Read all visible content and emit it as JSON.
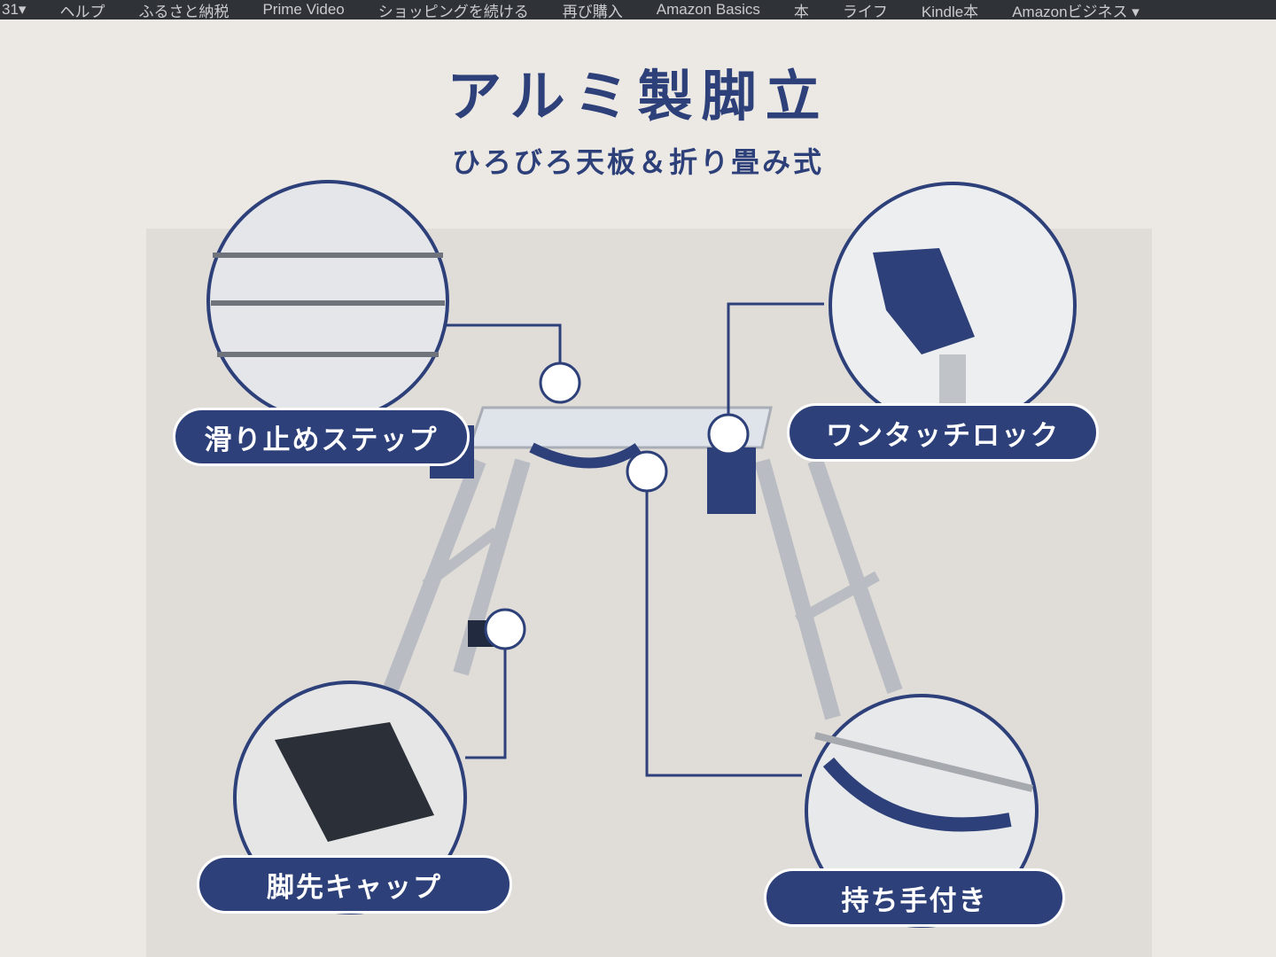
{
  "nav": {
    "items": [
      "31▾",
      "ヘルプ",
      "ふるさと納税",
      "Prime Video",
      "ショッピングを続ける",
      "再び購入",
      "Amazon Basics",
      "本",
      "ライフ",
      "Kindle本",
      "Amazonビジネス ▾"
    ]
  },
  "product": {
    "title": "アルミ製脚立",
    "subtitle": "ひろびろ天板＆折り畳み式",
    "features": [
      "滑り止めステップ",
      "ワンタッチロック",
      "脚先キャップ",
      "持ち手付き"
    ]
  },
  "colors": {
    "brand": "#2d4079",
    "nav_bg": "#2f3236",
    "background": "#ece9e4"
  }
}
